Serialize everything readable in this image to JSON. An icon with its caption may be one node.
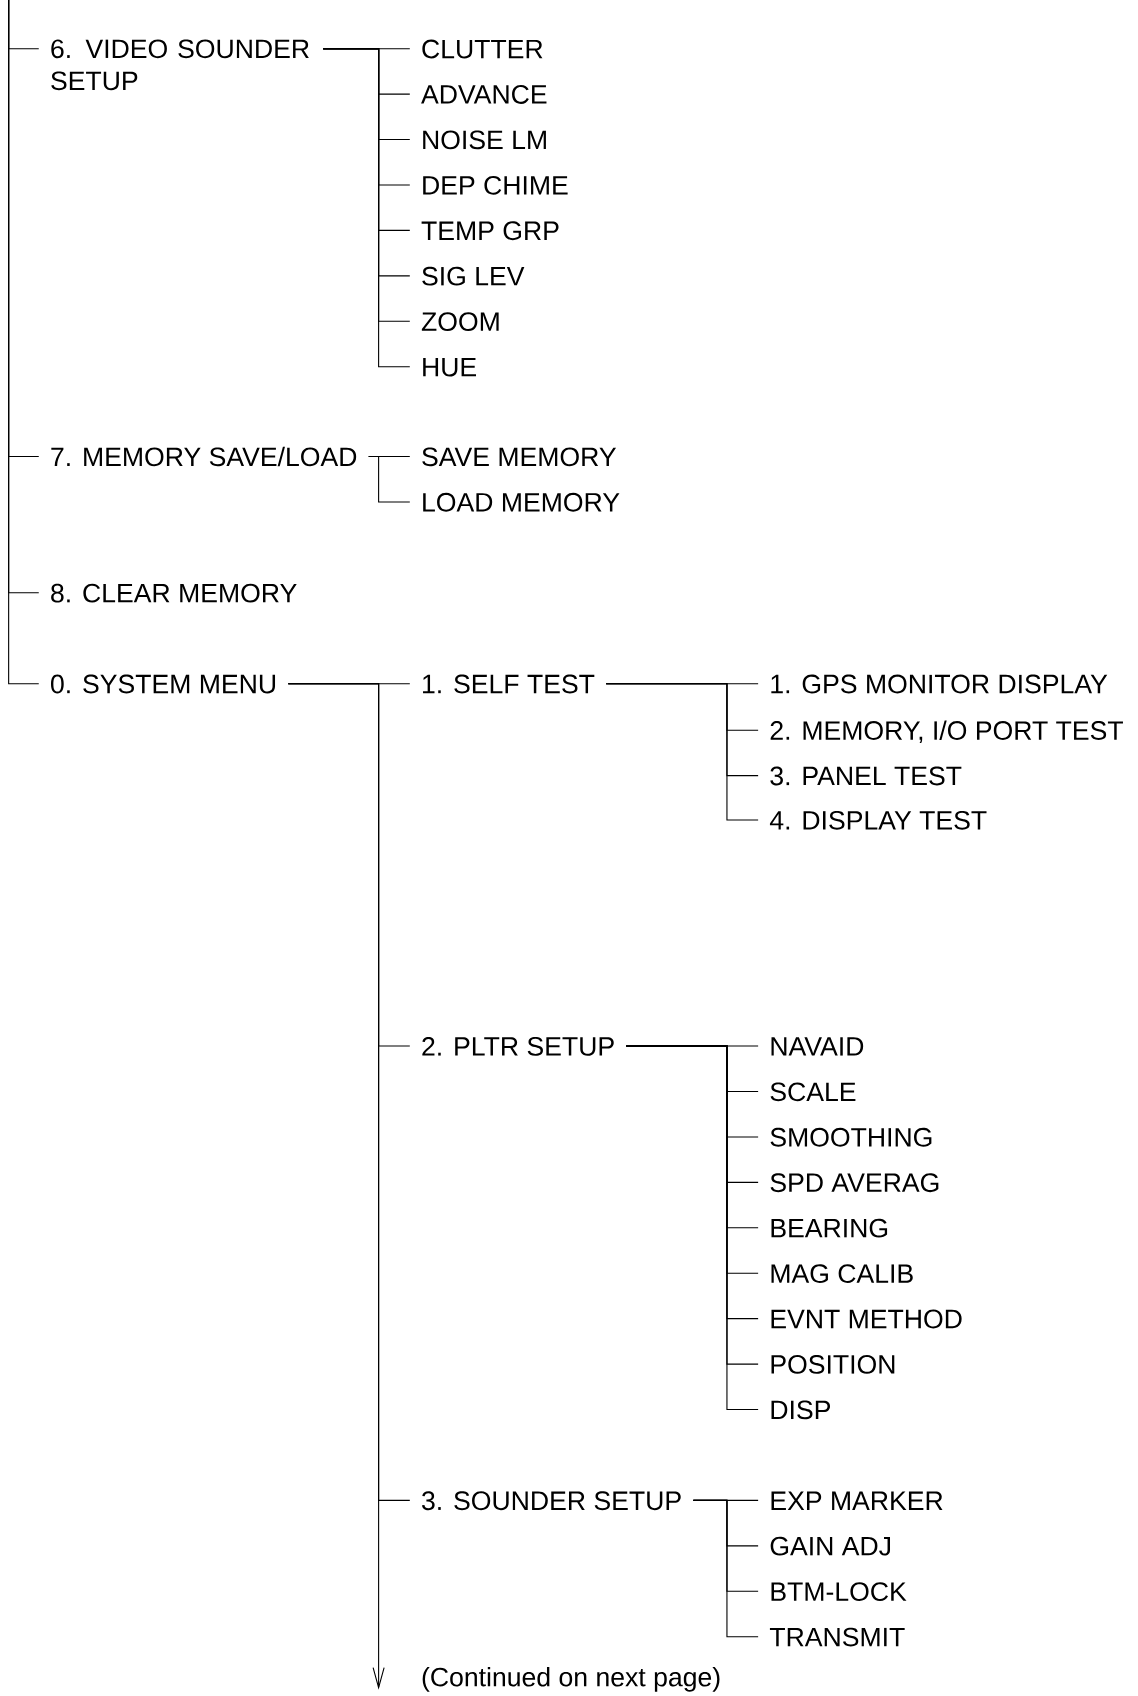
{
  "diagram": {
    "nodes": [
      {
        "text": [
          "6. VIDEO SOUNDER SETUP"
        ]
      },
      {
        "text": [
          "CLUTTER"
        ]
      },
      {
        "text": [
          "ADVANCE"
        ]
      },
      {
        "text": [
          "NOISE LM"
        ]
      },
      {
        "text": [
          "DEP CHIME"
        ]
      },
      {
        "text": [
          "TEMP GRP"
        ]
      },
      {
        "text": [
          "SIG LEV"
        ]
      },
      {
        "text": [
          "ZOOM"
        ]
      },
      {
        "text": [
          "HUE"
        ]
      },
      {
        "text": [
          "7. MEMORY SAVE/LOAD"
        ]
      },
      {
        "text": [
          "SAVE MEMORY"
        ]
      },
      {
        "text": [
          "LOAD MEMORY"
        ]
      },
      {
        "text": [
          "8. CLEAR MEMORY"
        ]
      },
      {
        "text": [
          "0. SYSTEM MENU"
        ]
      },
      {
        "text": [
          "1. SELF TEST"
        ]
      },
      {
        "text": [
          "1. GPS MONITOR DISPLAY"
        ]
      },
      {
        "text": [
          "2. MEMORY,  I/O PORT TEST"
        ]
      },
      {
        "text": [
          "3. PANEL TEST"
        ]
      },
      {
        "text": [
          "4. DISPLAY TEST"
        ]
      },
      {
        "text": [
          "2. PLTR SETUP"
        ]
      },
      {
        "text": [
          "NAVAID"
        ]
      },
      {
        "text": [
          "SCALE"
        ]
      },
      {
        "text": [
          "SMOOTHING"
        ]
      },
      {
        "text": [
          "SPD AVERAG"
        ]
      },
      {
        "text": [
          "BEARING"
        ]
      },
      {
        "text": [
          "MAG CALIB"
        ]
      },
      {
        "text": [
          "EVNT METHOD"
        ]
      },
      {
        "text": [
          "POSITION"
        ]
      },
      {
        "text": [
          "DISP"
        ]
      },
      {
        "text": [
          "3. SOUNDER SETUP"
        ]
      },
      {
        "text": [
          "EXP MARKER"
        ]
      },
      {
        "text": [
          "GAIN ADJ"
        ]
      },
      {
        "text": [
          "BTM-LOCK"
        ]
      },
      {
        "text": [
          "TRANSMIT"
        ]
      }
    ],
    "edges": [
      {
        "from": null,
        "to": 0,
        "arrow": "none"
      },
      {
        "from": null,
        "to": 9,
        "arrow": "none"
      },
      {
        "from": null,
        "to": 12,
        "arrow": "none"
      },
      {
        "from": null,
        "to": 13,
        "arrow": "none"
      },
      {
        "from": 0,
        "to": 1,
        "arrow": "none"
      },
      {
        "from": 0,
        "to": 2,
        "arrow": "none"
      },
      {
        "from": 0,
        "to": 3,
        "arrow": "none"
      },
      {
        "from": 0,
        "to": 4,
        "arrow": "none"
      },
      {
        "from": 0,
        "to": 5,
        "arrow": "none"
      },
      {
        "from": 0,
        "to": 6,
        "arrow": "none"
      },
      {
        "from": 0,
        "to": 7,
        "arrow": "none"
      },
      {
        "from": 0,
        "to": 8,
        "arrow": "none"
      },
      {
        "from": 9,
        "to": 10,
        "arrow": "none"
      },
      {
        "from": 9,
        "to": 11,
        "arrow": "none"
      },
      {
        "from": 13,
        "to": 14,
        "arrow": "none"
      },
      {
        "from": 13,
        "to": 19,
        "arrow": "none"
      },
      {
        "from": 13,
        "to": 29,
        "arrow": "none"
      },
      {
        "from": 13,
        "to": null,
        "arrow": "to"
      },
      {
        "from": 14,
        "to": 15,
        "arrow": "none"
      },
      {
        "from": 14,
        "to": 16,
        "arrow": "none"
      },
      {
        "from": 14,
        "to": 17,
        "arrow": "none"
      },
      {
        "from": 14,
        "to": 18,
        "arrow": "none"
      },
      {
        "from": 19,
        "to": 20,
        "arrow": "none"
      },
      {
        "from": 19,
        "to": 21,
        "arrow": "none"
      },
      {
        "from": 19,
        "to": 22,
        "arrow": "none"
      },
      {
        "from": 19,
        "to": 23,
        "arrow": "none"
      },
      {
        "from": 19,
        "to": 24,
        "arrow": "none"
      },
      {
        "from": 19,
        "to": 25,
        "arrow": "none"
      },
      {
        "from": 19,
        "to": 26,
        "arrow": "none"
      },
      {
        "from": 19,
        "to": 27,
        "arrow": "none"
      },
      {
        "from": 19,
        "to": 28,
        "arrow": "none"
      },
      {
        "from": 29,
        "to": 30,
        "arrow": "none"
      },
      {
        "from": 29,
        "to": 31,
        "arrow": "none"
      },
      {
        "from": 29,
        "to": 32,
        "arrow": "none"
      },
      {
        "from": 29,
        "to": 33,
        "arrow": "none"
      }
    ],
    "labels": [
      "(Continued on next page)"
    ]
  }
}
